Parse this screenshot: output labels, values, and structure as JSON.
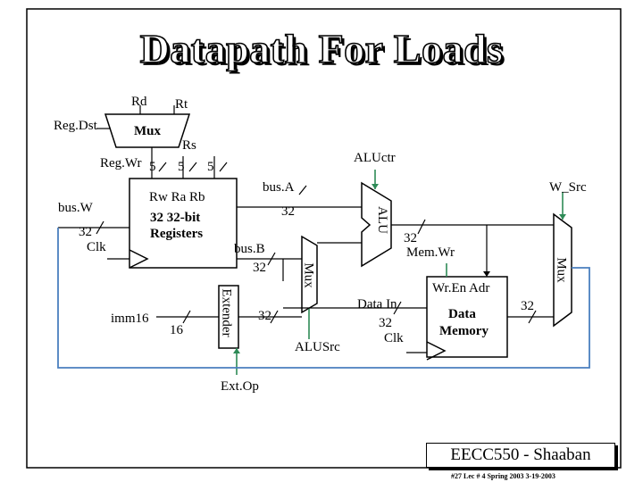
{
  "title": "Datapath For Loads",
  "labels": {
    "rd": "Rd",
    "rt": "Rt",
    "regdst": "Reg.Dst",
    "mux_top": "Mux",
    "rs": "Rs",
    "regwr": "Reg.Wr",
    "w5a": "5",
    "w5b": "5",
    "w5c": "5",
    "aluctr": "ALUctr",
    "busa": "bus.A",
    "w_src": "W_Src",
    "busw": "bus.W",
    "rw_ra_rb": "Rw  Ra  Rb",
    "regs_line1": "32 32-bit",
    "regs_line2": "Registers",
    "w32_busa": "32",
    "alu": "ALU",
    "w32_busw": "32",
    "clk_reg": "Clk",
    "busb": "bus.B",
    "w32_busb": "32",
    "w32_alu": "32",
    "memwr": "Mem.Wr",
    "mux_right": "Mux",
    "mux_mid": "Mux",
    "extender": "Extender",
    "wren_adr": "Wr.En  Adr",
    "imm16": "imm16",
    "w16": "16",
    "w32_ext": "32",
    "datain": "Data In",
    "data_mem_line1": "Data",
    "data_mem_line2": "Memory",
    "w32_mem": "32",
    "w32_datain": "32",
    "clk_mem": "Clk",
    "alusrc": "ALUSrc",
    "extop": "Ext.Op"
  },
  "footer": {
    "course": "EECC550 - Shaaban",
    "lec": "#27   Lec # 4   Spring 2003   3-19-2003"
  },
  "colors": {
    "control_line": "#2e8b57",
    "bus_line": "#4a7fbf"
  }
}
